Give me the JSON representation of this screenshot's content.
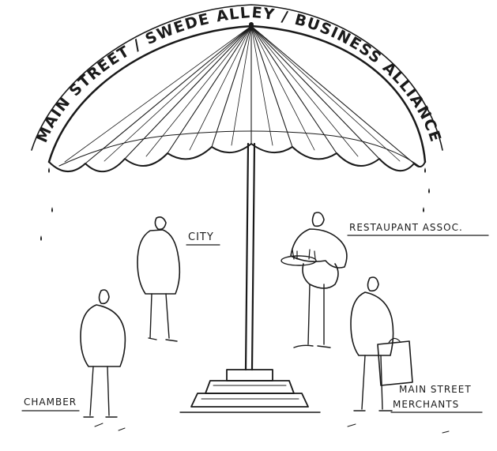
{
  "umbrella": {
    "banner_text": "MAIN STREET / SWEDE ALLEY / BUSINESS ALLIANCE"
  },
  "labels": {
    "city": "CITY",
    "restaurant": "RESTAUPANT  ASSOC.",
    "chamber": "CHAMBER",
    "merchants_line1": "MAIN STREET",
    "merchants_line2": "MERCHANTS"
  }
}
